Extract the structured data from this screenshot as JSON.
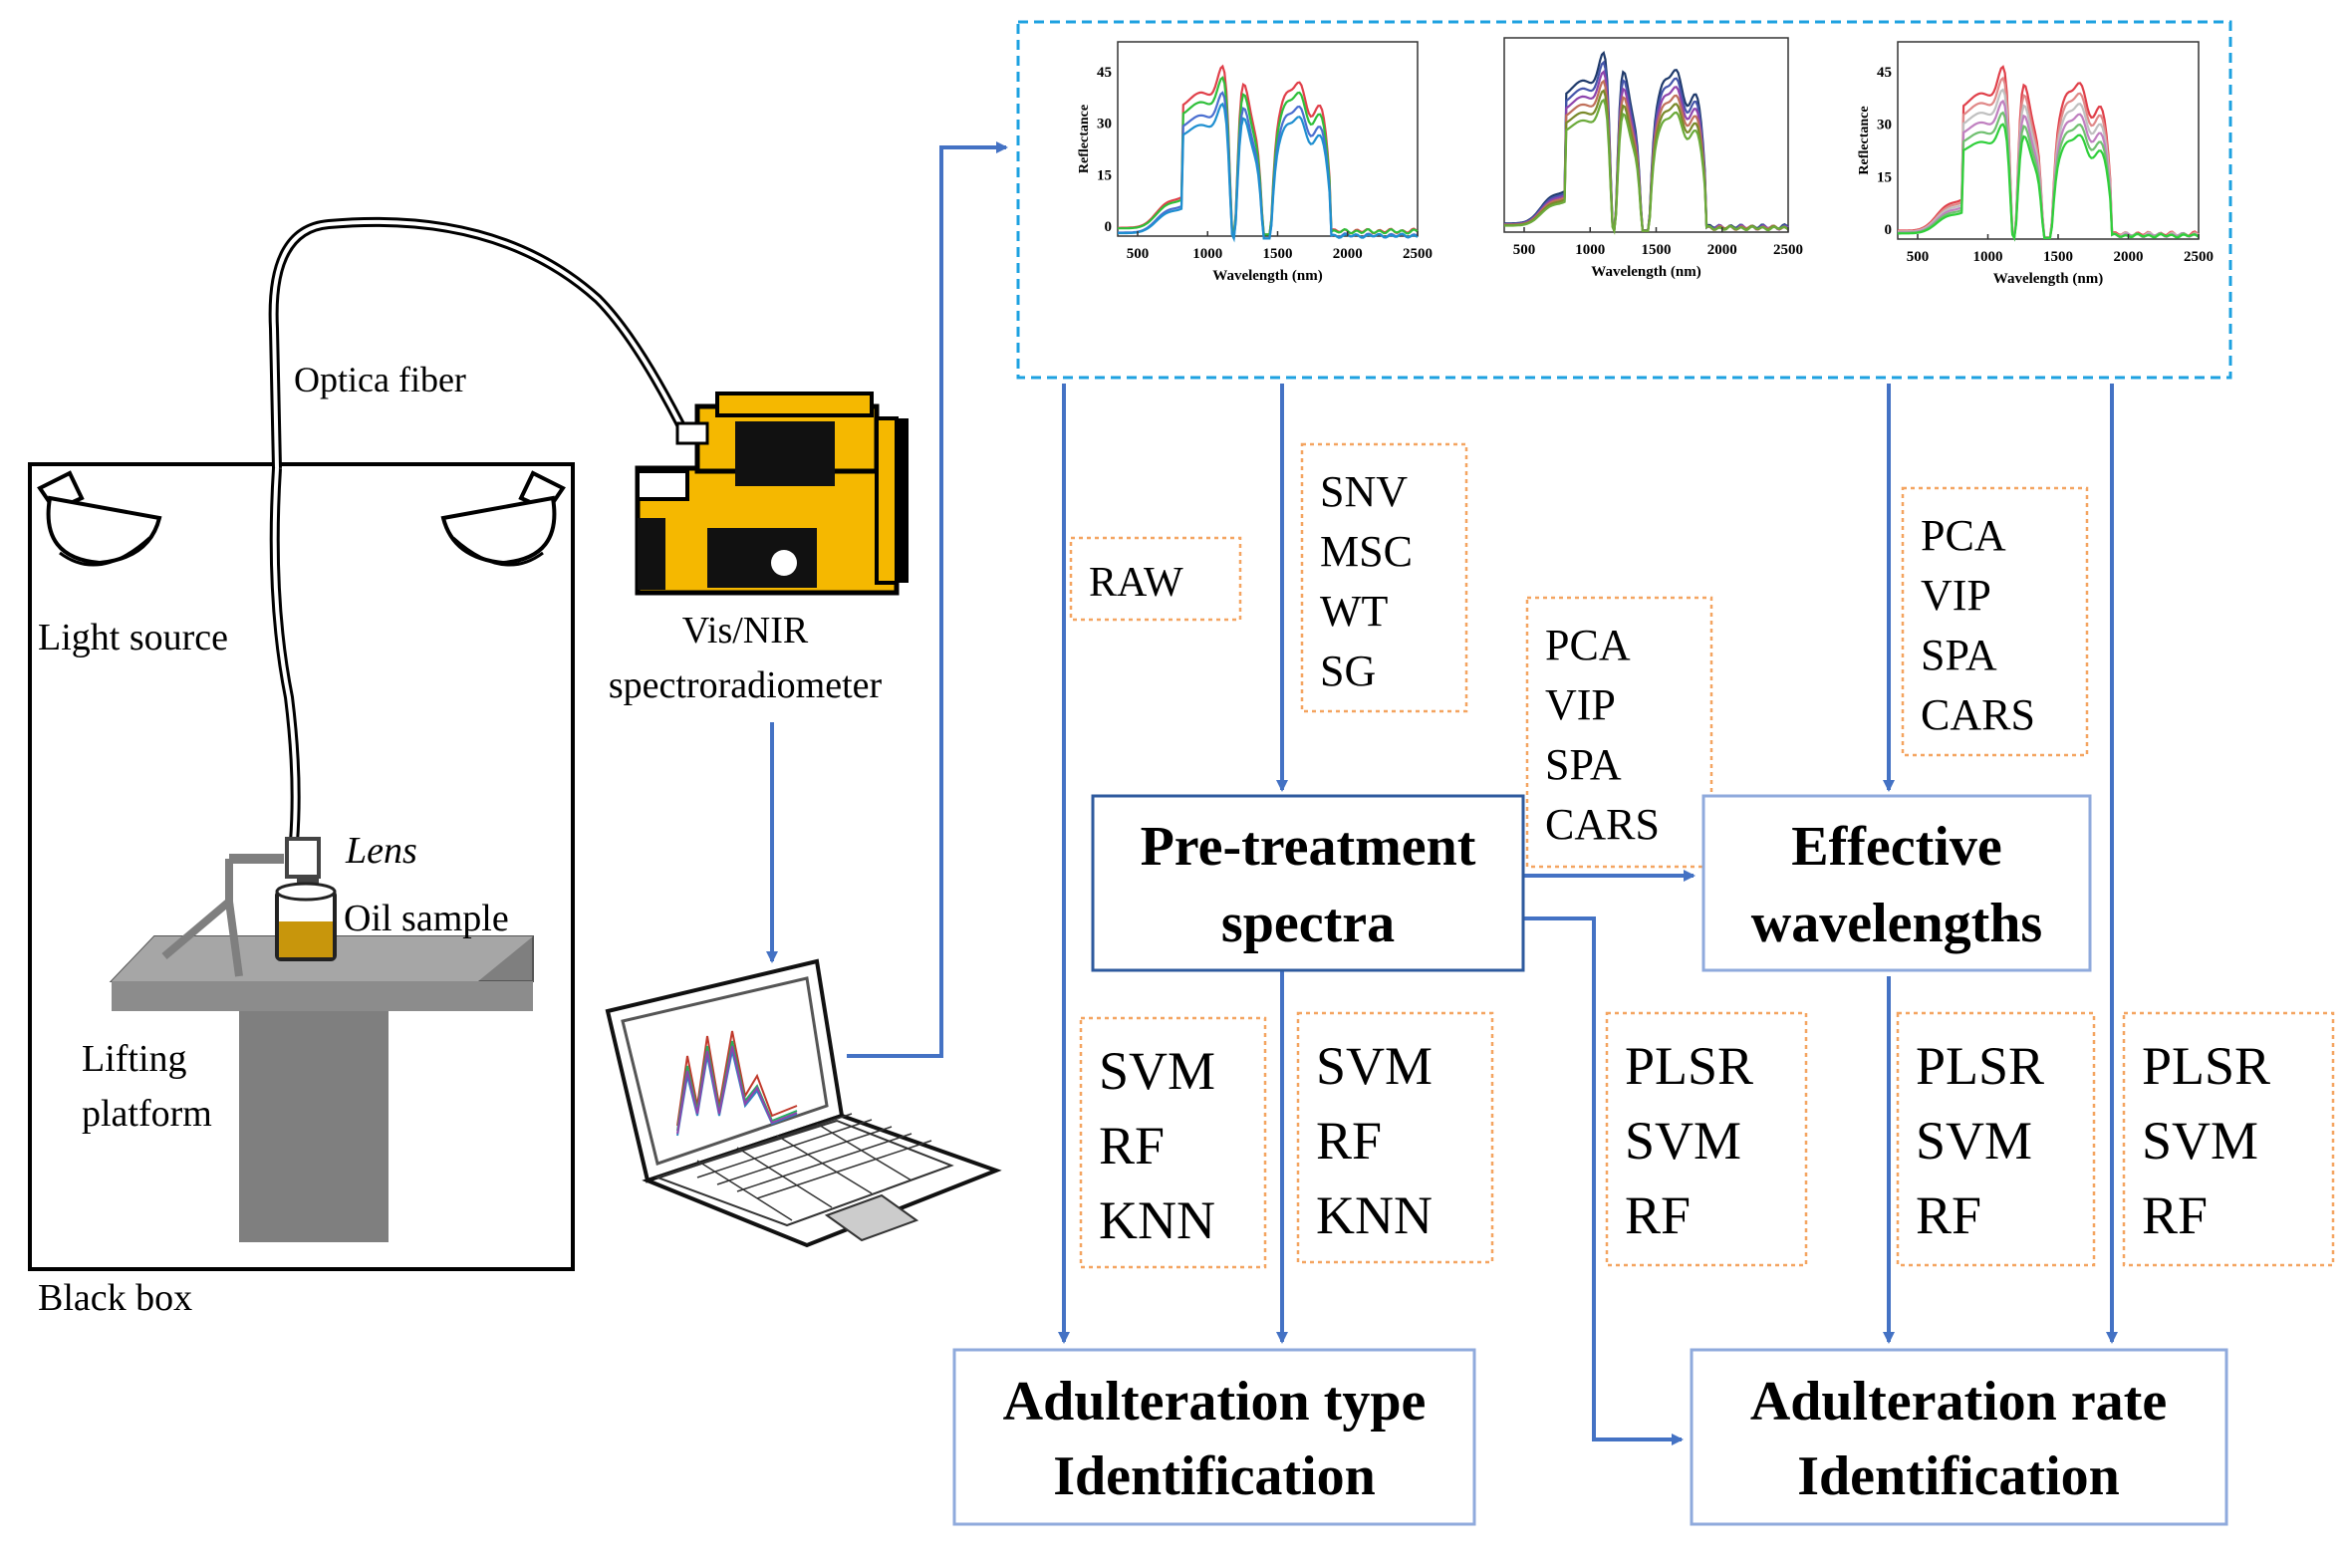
{
  "colors": {
    "arrow": "#4472C4",
    "dashed_orange": "#F4A460",
    "dashed_blue": "#1DA1E0",
    "box_dark_border": "#2E5A9E",
    "box_light_border": "#8FAADC",
    "camera_yellow": "#F5B800",
    "oil": "#C8960C",
    "platform": "#7F7F7F"
  },
  "apparatus": {
    "optical_fiber": "Optica fiber",
    "light_source": "Light source",
    "lens": "Lens",
    "oil_sample": "Oil sample",
    "lifting_platform_1": "Lifting",
    "lifting_platform_2": "platform",
    "black_box": "Black box",
    "spectro_1": "Vis/NIR",
    "spectro_2": "spectroradiometer"
  },
  "spectra_panels": {
    "ylabel": "Reflectance",
    "xlabel": "Wavelength (nm)",
    "xticks": [
      "500",
      "1000",
      "1500",
      "2000",
      "2500"
    ],
    "yticks": [
      "0",
      "15",
      "30",
      "45"
    ]
  },
  "method_boxes": {
    "raw": [
      "RAW"
    ],
    "pretreat": [
      "SNV",
      "MSC",
      "WT",
      "SG"
    ],
    "sel_mid": [
      "PCA",
      "VIP",
      "SPA",
      "CARS"
    ],
    "sel_right": [
      "PCA",
      "VIP",
      "SPA",
      "CARS"
    ],
    "cls_1": [
      "SVM",
      "RF",
      "KNN"
    ],
    "cls_2": [
      "SVM",
      "RF",
      "KNN"
    ],
    "reg_1": [
      "PLSR",
      "SVM",
      "RF"
    ],
    "reg_2": [
      "PLSR",
      "SVM",
      "RF"
    ],
    "reg_3": [
      "PLSR",
      "SVM",
      "RF"
    ]
  },
  "process_boxes": {
    "pretreatment_1": "Pre-treatment",
    "pretreatment_2": "spectra",
    "effective_1": "Effective",
    "effective_2": "wavelengths",
    "type_id_1": "Adulteration type",
    "type_id_2": "Identification",
    "rate_id_1": "Adulteration rate",
    "rate_id_2": "Identification"
  }
}
